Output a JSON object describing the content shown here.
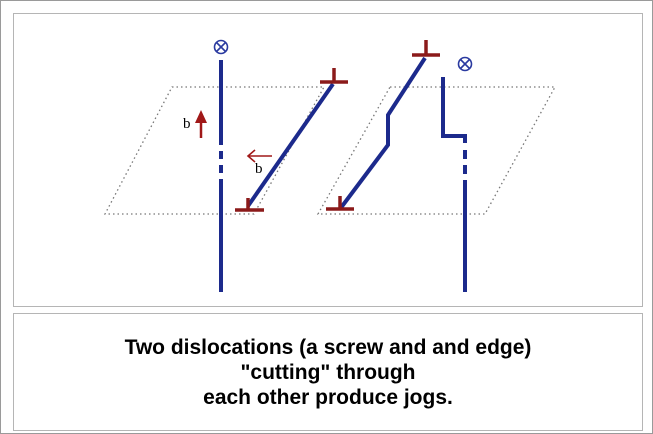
{
  "figure": {
    "burgers_vector_label_left": "b",
    "burgers_vector_label_right": "b",
    "colors": {
      "dislocation_line": "#1c2a8c",
      "edge_symbol": "#8b1a1a",
      "burgers_arrow": "#a01818",
      "slip_plane_outline": "#777777",
      "screw_symbol": "#2a3aa0"
    },
    "icons": [
      "screw-dislocation-symbol",
      "edge-dislocation-symbol",
      "burgers-vector-arrow"
    ]
  },
  "caption": {
    "line1": "Two dislocations (a screw and and edge)",
    "line2": "\"cutting\" through",
    "line3": "each other produce jogs."
  }
}
